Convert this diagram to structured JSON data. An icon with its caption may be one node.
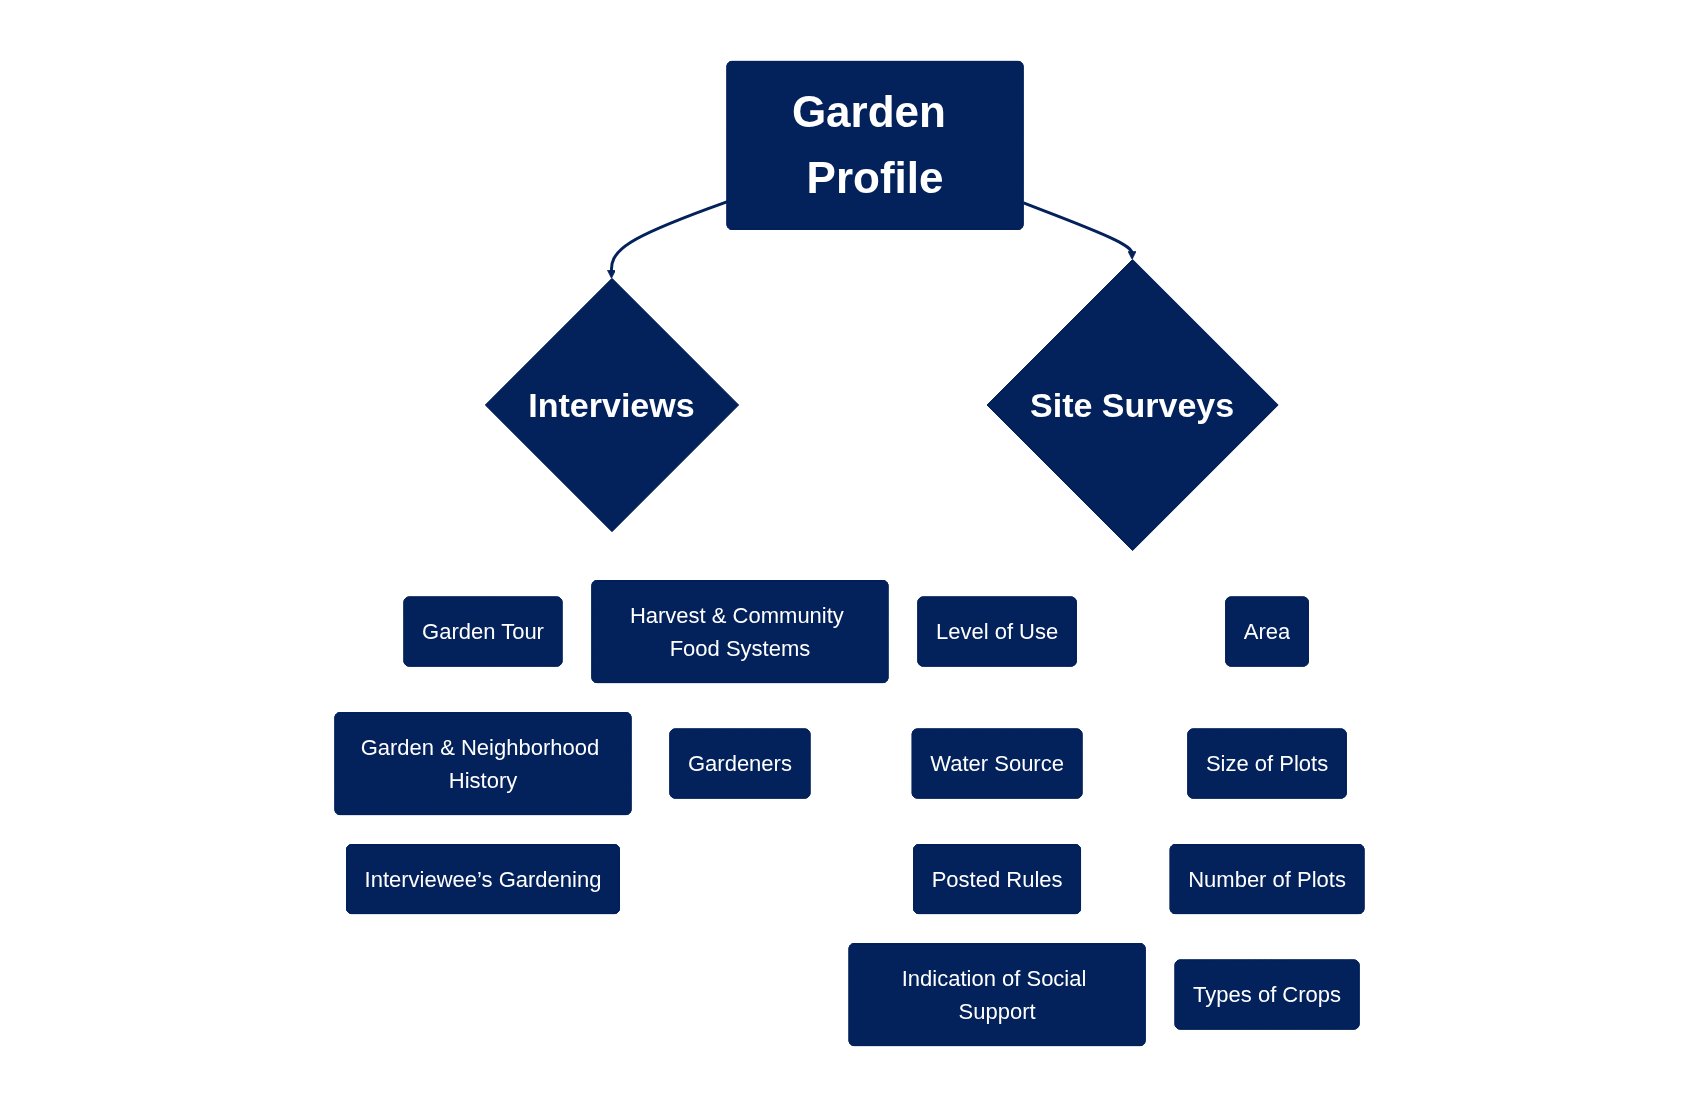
{
  "diagram": {
    "nodes": [
      {
        "text": [
          "Garden Profile"
        ]
      },
      {
        "text": [
          "Interviews"
        ]
      },
      {
        "text": [
          "Site Surveys"
        ]
      },
      {
        "text": [
          "Garden Tour"
        ]
      },
      {
        "text": [
          "Harvest & Community Food Systems"
        ]
      },
      {
        "text": [
          "Garden & Neighborhood History"
        ]
      },
      {
        "text": [
          "Gardeners"
        ]
      },
      {
        "text": [
          "Interviewee’s Gardening"
        ]
      },
      {
        "text": [
          "Level of Use"
        ]
      },
      {
        "text": [
          "Area"
        ]
      },
      {
        "text": [
          "Water Source"
        ]
      },
      {
        "text": [
          "Size of Plots"
        ]
      },
      {
        "text": [
          "Posted Rules"
        ]
      },
      {
        "text": [
          "Number of Plots"
        ]
      },
      {
        "text": [
          "Indication of Social Support"
        ]
      },
      {
        "text": [
          "Types of Crops"
        ]
      }
    ],
    "edges": [
      {
        "from": 0,
        "to": 1,
        "arrow": "to"
      },
      {
        "from": 0,
        "to": 2,
        "arrow": "to"
      }
    ]
  }
}
